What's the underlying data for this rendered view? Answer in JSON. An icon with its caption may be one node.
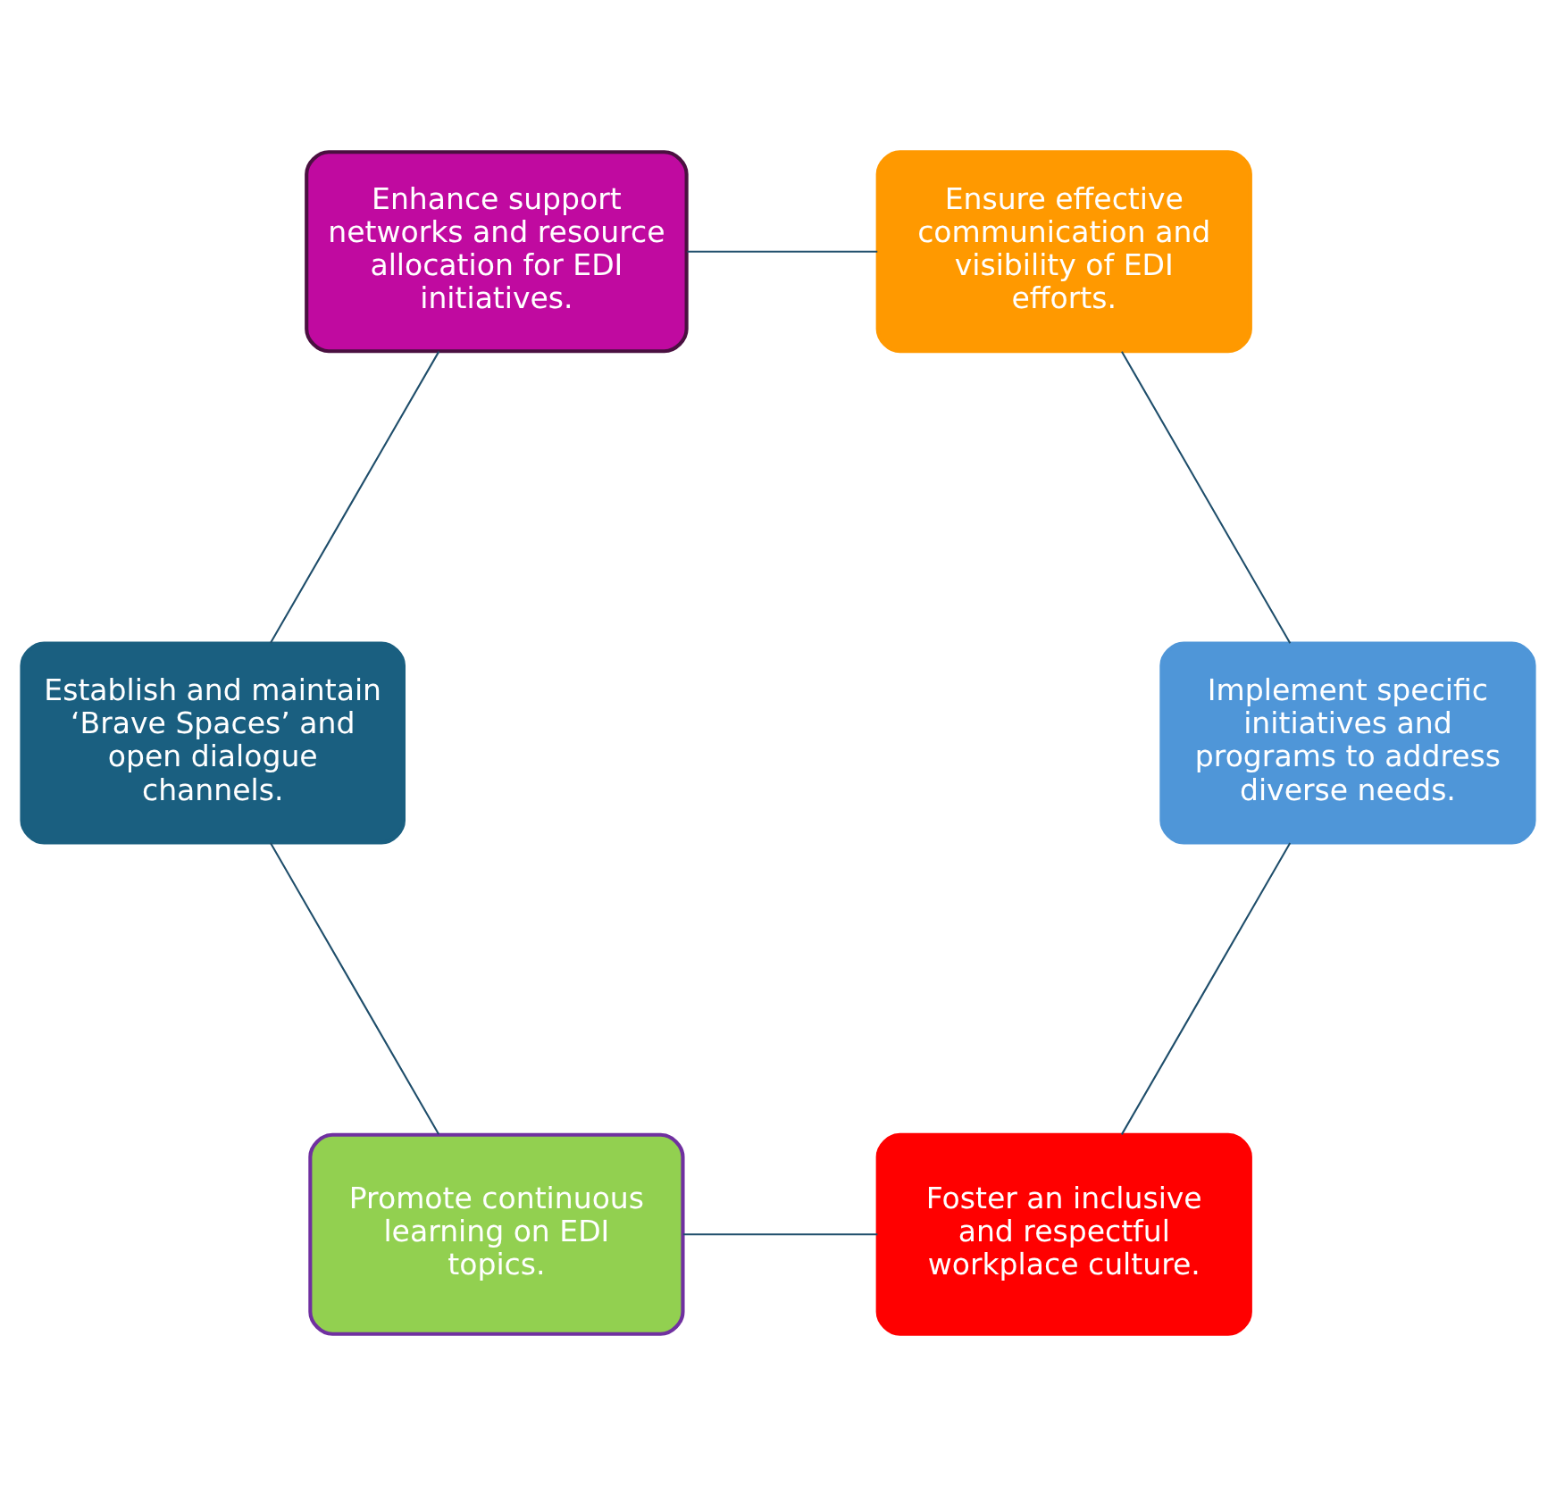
{
  "diagram": {
    "nodes": [
      {
        "text": [
          "Foster an inclusive and respectful workplace culture."
        ]
      },
      {
        "text": [
          "Promote continuous learning on EDI topics."
        ]
      },
      {
        "text": [
          "Establish and maintain ‘Brave Spaces’ and open dialogue channels."
        ]
      },
      {
        "text": [
          "Enhance support networks and resource allocation for EDI initiatives."
        ]
      },
      {
        "text": [
          "Ensure effective communication and visibility of EDI efforts."
        ]
      },
      {
        "text": [
          "Implement specific initiatives and programs to address diverse needs."
        ]
      }
    ],
    "edges": [
      {
        "from": 0,
        "to": 1,
        "arrow": "none"
      },
      {
        "from": 1,
        "to": 2,
        "arrow": "none"
      },
      {
        "from": 2,
        "to": 3,
        "arrow": "none"
      },
      {
        "from": 3,
        "to": 4,
        "arrow": "none"
      },
      {
        "from": 4,
        "to": 5,
        "arrow": "none"
      },
      {
        "from": 5,
        "to": 0,
        "arrow": "none"
      }
    ]
  }
}
